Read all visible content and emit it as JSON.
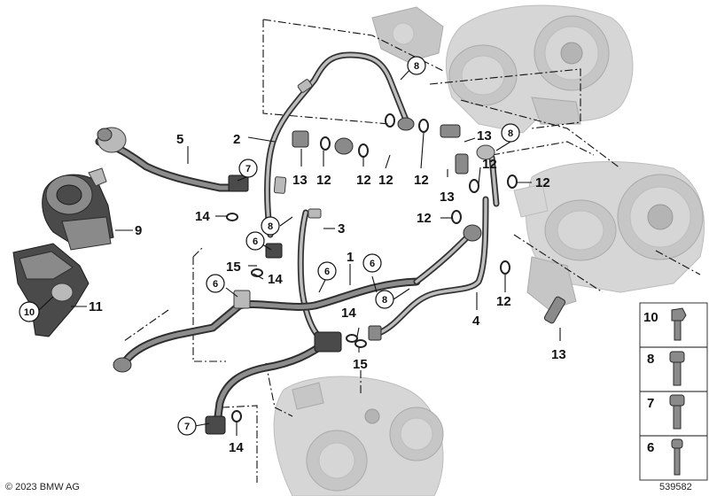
{
  "diagram": {
    "callouts": {
      "c1": "1",
      "c2": "2",
      "c3": "3",
      "c4": "4",
      "c5": "5",
      "c9": "9",
      "c11": "11",
      "c12a": "12",
      "c12b": "12",
      "c12c": "12",
      "c12d": "12",
      "c12e": "12",
      "c12f": "12",
      "c12g": "12",
      "c12h": "12",
      "c13a": "13",
      "c13b": "13",
      "c13c": "13",
      "c13d": "13",
      "c14a": "14",
      "c14b": "14",
      "c14c": "14",
      "c14d": "14",
      "c15a": "15",
      "c15b": "15"
    },
    "circled": {
      "k8a": "8",
      "k8b": "8",
      "k8c": "8",
      "k8d": "8",
      "k7a": "7",
      "k7b": "7",
      "k6a": "6",
      "k6b": "6",
      "k6c": "6",
      "k6d": "6",
      "k10": "10"
    },
    "legend": [
      "10",
      "8",
      "7",
      "6"
    ]
  },
  "footer": {
    "copyright": "© 2023 BMW AG",
    "diagram_number": "539582"
  }
}
